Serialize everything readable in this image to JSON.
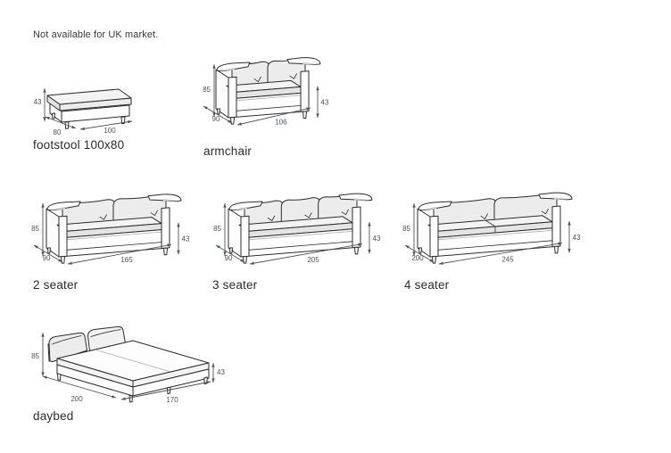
{
  "note": "Not available for UK market.",
  "colors": {
    "line": "#2d2d2d",
    "dimension_text": "#4f5357",
    "cushion_fill": "#ececec",
    "body_fill": "#fdfdfd"
  },
  "items": [
    {
      "id": "footstool",
      "label": "footstool 100x80",
      "type": "footstool",
      "dims": {
        "height": "43",
        "depth": "80",
        "width": "100"
      }
    },
    {
      "id": "armchair",
      "label": "armchair",
      "type": "sofa",
      "dims": {
        "height": "85",
        "seat_height": "43",
        "depth": "90",
        "width": "106"
      }
    },
    {
      "id": "2-seater",
      "label": "2 seater",
      "type": "sofa",
      "dims": {
        "height": "85",
        "seat_height": "43",
        "depth": "90",
        "width": "165"
      }
    },
    {
      "id": "3-seater",
      "label": "3 seater",
      "type": "sofa",
      "dims": {
        "height": "85",
        "seat_height": "43",
        "depth": "90",
        "width": "205"
      }
    },
    {
      "id": "4-seater",
      "label": "4 seater",
      "type": "sofa",
      "dims": {
        "height": "85",
        "seat_height": "43",
        "depth": "200",
        "width": "245"
      }
    },
    {
      "id": "daybed",
      "label": "daybed",
      "type": "daybed",
      "dims": {
        "height": "85",
        "seat_height": "43",
        "depth": "200",
        "width": "170"
      }
    }
  ]
}
